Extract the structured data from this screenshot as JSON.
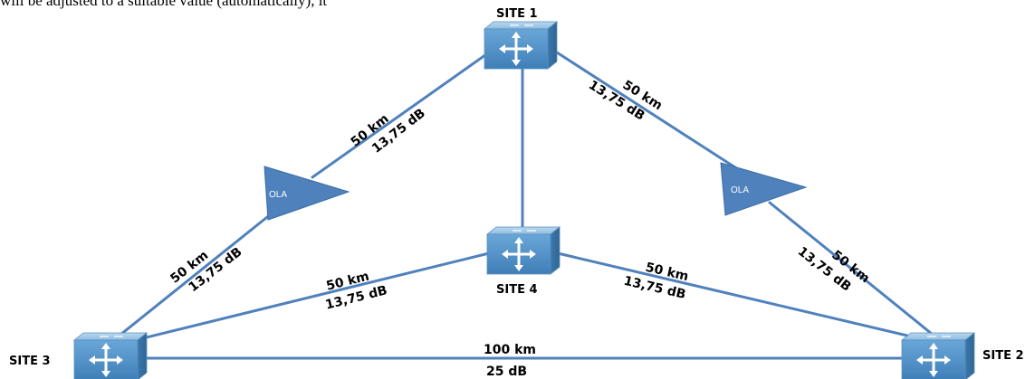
{
  "header_text": "will be adjusted to a suitable value (automatically), it",
  "sites": {
    "site1": "SITE 1",
    "site2": "SITE 2",
    "site3": "SITE 3",
    "site4": "SITE 4"
  },
  "amplifiers": {
    "left": "OLA",
    "right": "OLA"
  },
  "links": {
    "s1_ola_left": {
      "distance": "50 km",
      "loss": "13,75 dB"
    },
    "ola_left_s3": {
      "distance": "50 km",
      "loss": "13,75 dB"
    },
    "s1_ola_right": {
      "distance": "50 km",
      "loss": "13,75 dB"
    },
    "ola_right_s2": {
      "distance": "50 km",
      "loss": "13,75 dB"
    },
    "s3_s4": {
      "distance": "50 km",
      "loss": "13,75 dB"
    },
    "s4_s2": {
      "distance": "50 km",
      "loss": "13,75 dB"
    },
    "s3_s2": {
      "distance": "100 km",
      "loss": "25 dB"
    }
  },
  "colors": {
    "link": "#4f81bd",
    "node_fill": "#5b9bd5",
    "node_top": "#9dc3e6",
    "amplifier_fill": "#4f81bd"
  },
  "icons": {
    "router": "router-switch-icon",
    "amplifier": "ola-triangle-icon"
  }
}
